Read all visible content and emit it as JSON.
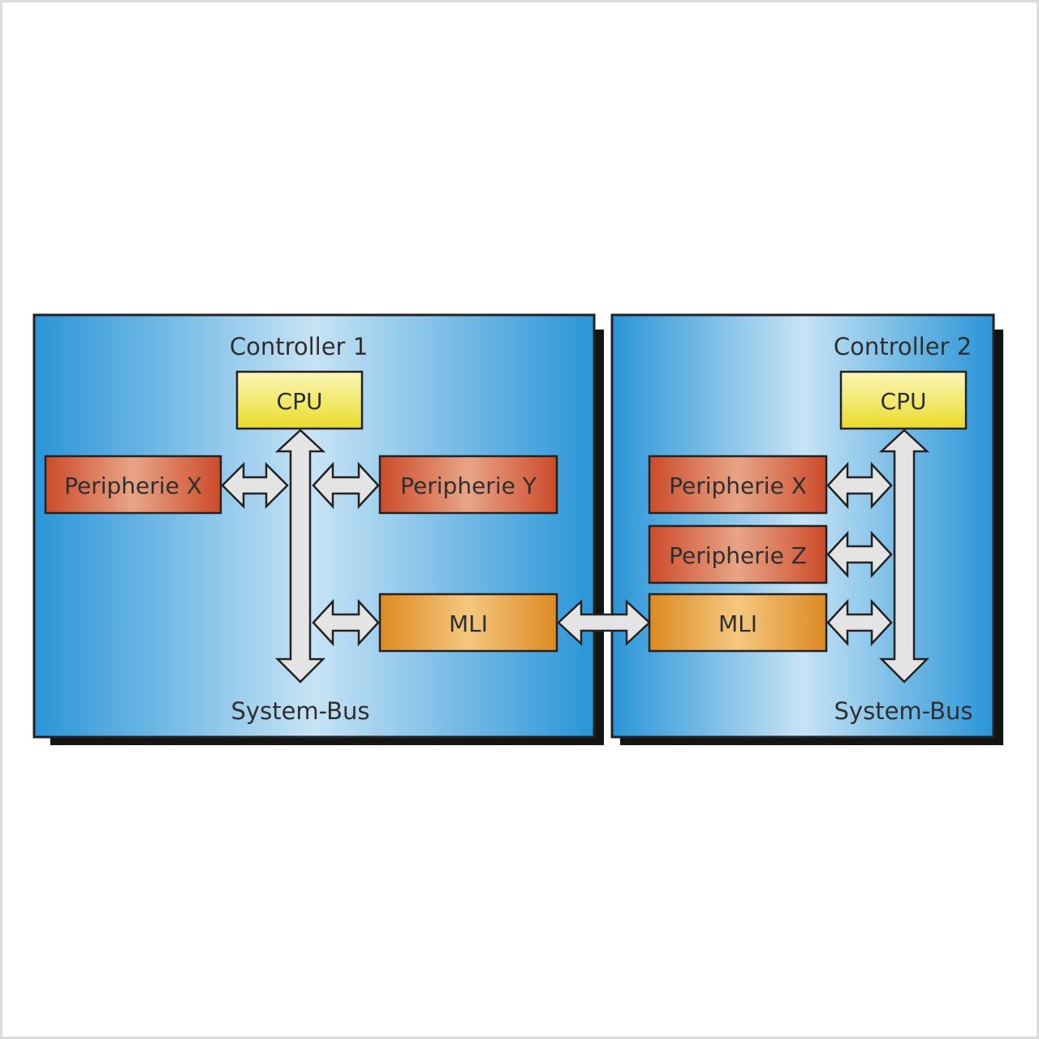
{
  "controllers": [
    {
      "title": "Controller 1",
      "bus_label": "System-Bus",
      "cpu": "CPU",
      "boxes": [
        {
          "id": "c1-periph-x",
          "label": "Peripherie X",
          "kind": "periph"
        },
        {
          "id": "c1-periph-y",
          "label": "Peripherie Y",
          "kind": "periph"
        },
        {
          "id": "c1-mli",
          "label": "MLI",
          "kind": "mli"
        }
      ]
    },
    {
      "title": "Controller 2",
      "bus_label": "System-Bus",
      "cpu": "CPU",
      "boxes": [
        {
          "id": "c2-periph-x",
          "label": "Peripherie X",
          "kind": "periph"
        },
        {
          "id": "c2-periph-z",
          "label": "Peripherie Z",
          "kind": "periph"
        },
        {
          "id": "c2-mli",
          "label": "MLI",
          "kind": "mli"
        }
      ]
    }
  ],
  "colors": {
    "panel_light": "#c7e3f5",
    "panel_dark": "#2a95d8",
    "cpu_light": "#fbf6b8",
    "cpu_dark": "#eadc2a",
    "periph_light": "#e8a487",
    "periph_dark": "#cc4b2a",
    "mli_light": "#f4c780",
    "mli_dark": "#dd8a22",
    "arrow_fill": "#e4e4e4",
    "outline": "#222222"
  }
}
